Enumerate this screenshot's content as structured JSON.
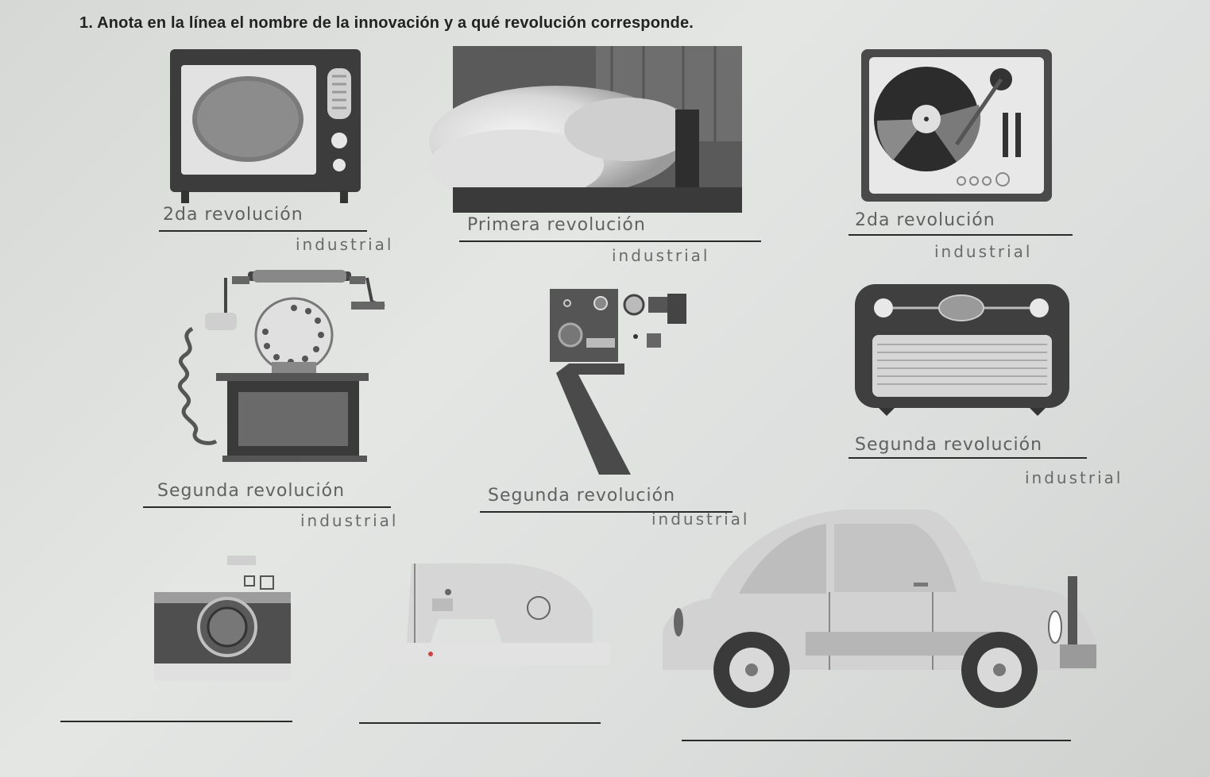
{
  "instruction": "1. Anota en la línea el nombre de la innovación y a qué revolución corresponde.",
  "items": [
    {
      "name": "tv-icon",
      "answer_line1": "2da revolución",
      "answer_line2": "industrial"
    },
    {
      "name": "steam-engine-photo",
      "answer_line1": "Primera revolución",
      "answer_line2": "industrial"
    },
    {
      "name": "record-player-icon",
      "answer_line1": "2da revolución",
      "answer_line2": "industrial"
    },
    {
      "name": "telephone-icon",
      "answer_line1": "Segunda revolución",
      "answer_line2": "industrial"
    },
    {
      "name": "film-camera-icon",
      "answer_line1": "Segunda revolución",
      "answer_line2": "industrial"
    },
    {
      "name": "radio-icon",
      "answer_line1": "Segunda revolución",
      "answer_line2": "industrial"
    },
    {
      "name": "photo-camera-icon",
      "answer_line1": "",
      "answer_line2": ""
    },
    {
      "name": "sewing-machine-icon",
      "answer_line1": "",
      "answer_line2": ""
    },
    {
      "name": "car-icon",
      "answer_line1": "",
      "answer_line2": ""
    }
  ],
  "colors": {
    "paper": "#dcdedd",
    "ink": "#2a2a2a",
    "pencil": "#4a4a4a"
  }
}
